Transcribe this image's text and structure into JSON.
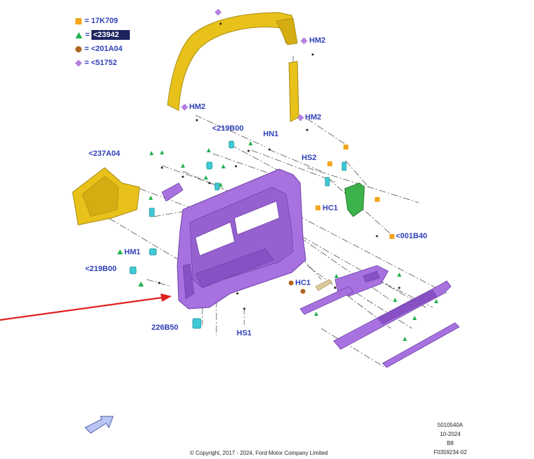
{
  "legend": [
    {
      "symbol": "square",
      "color": "#f5a51d",
      "eq": "=",
      "code": "17K709",
      "highlight": false
    },
    {
      "symbol": "triangle",
      "color": "#22b14c",
      "eq": "=",
      "code": "<23942",
      "highlight": true
    },
    {
      "symbol": "circle",
      "color": "#b0651f",
      "eq": "=",
      "code": "<201A04",
      "highlight": false
    },
    {
      "symbol": "diamond",
      "color": "#b77fe0",
      "eq": "=",
      "code": "<51752",
      "highlight": false
    }
  ],
  "labels": {
    "hm2_top": "HM2",
    "hm2_left": "HM2",
    "hm2_right": "HM2",
    "l219b00_top": "<219B00",
    "hn1": "HN1",
    "hs2": "HS2",
    "l237a04": "<237A04",
    "hc1_right": "HC1",
    "l001b40": "<001B40",
    "hm1": "HM1",
    "l219b00_left": "<219B00",
    "hc1_bottom": "HC1",
    "l226b50": "226B50",
    "hs1": "HS1"
  },
  "reference": {
    "illustration_id": "5010540A",
    "date": "10-2024",
    "code": "B8",
    "figure_id": "F0359234-02"
  },
  "copyright": "© Copyright, 2017 - 2024, Ford Motor Company Limited",
  "colors": {
    "label_blue": "#2d3eb8",
    "frame_yellow": "#e8c21a",
    "panel_purple": "#a772e0",
    "clip_cyan": "#3ec9d6",
    "handle_green": "#3eb24a",
    "arrow_red": "#e02020"
  }
}
